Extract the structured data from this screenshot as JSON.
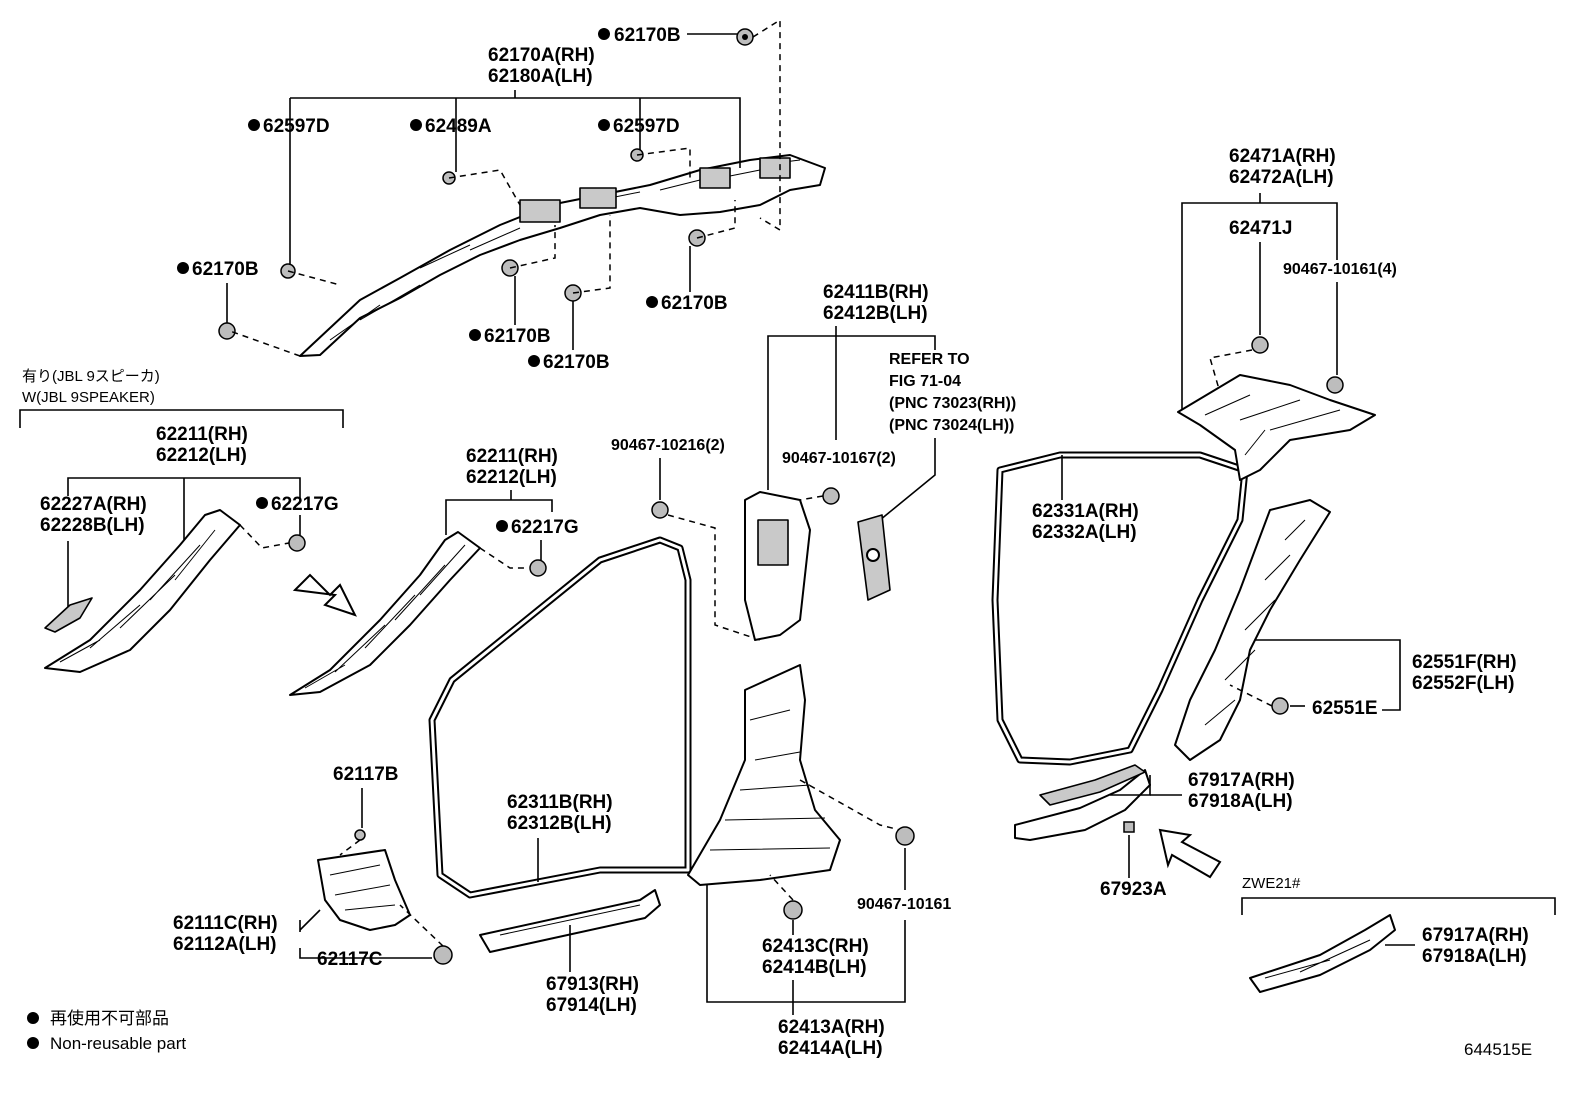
{
  "labels": {
    "p62170B_top": "62170B",
    "p62170A": "62170A(RH)",
    "p62180A": "62180A(LH)",
    "p62597D_left": "62597D",
    "p62489A": "62489A",
    "p62597D_right": "62597D",
    "p62170B_left": "62170B",
    "p62170B_mid1": "62170B",
    "p62170B_mid2": "62170B",
    "p62170B_right": "62170B",
    "jbl_ja": "有り(JBL 9スピーカ)",
    "jbl_en": "W(JBL 9SPEAKER)",
    "p62211_a": "62211(RH)",
    "p62212_a": "62212(LH)",
    "p62227A": "62227A(RH)",
    "p62228B": "62228B(LH)",
    "p62217G_a": "62217G",
    "p62211_b": "62211(RH)",
    "p62212_b": "62212(LH)",
    "p62217G_b": "62217G",
    "p90467_10216": "90467-10216(2)",
    "p62411B": "62411B(RH)",
    "p62412B": "62412B(LH)",
    "refer_1": "REFER TO",
    "refer_2": "FIG 71-04",
    "refer_3": "(PNC 73023(RH))",
    "refer_4": "(PNC 73024(LH))",
    "p90467_10167": "90467-10167(2)",
    "p62471A": "62471A(RH)",
    "p62472A": "62472A(LH)",
    "p62471J": "62471J",
    "p90467_10161_4": "90467-10161(4)",
    "p62331A": "62331A(RH)",
    "p62332A": "62332A(LH)",
    "p62551F": "62551F(RH)",
    "p62552F": "62552F(LH)",
    "p62551E": "62551E",
    "p62117B": "62117B",
    "p62311B": "62311B(RH)",
    "p62312B": "62312B(LH)",
    "p62111C": "62111C(RH)",
    "p62112A": "62112A(LH)",
    "p62117C": "62117C",
    "p67913": "67913(RH)",
    "p67914": "67914(LH)",
    "p90467_10161": "90467-10161",
    "p62413C": "62413C(RH)",
    "p62414B": "62414B(LH)",
    "p62413A": "62413A(RH)",
    "p62414A": "62414A(LH)",
    "p67917A_a": "67917A(RH)",
    "p67918A_a": "67918A(LH)",
    "p67923A": "67923A",
    "zwe21": "ZWE21#",
    "p67917A_b": "67917A(RH)",
    "p67918A_b": "67918A(LH)",
    "legend_ja": "再使用不可部品",
    "legend_en": "Non-reusable part",
    "figure_id": "644515E"
  }
}
